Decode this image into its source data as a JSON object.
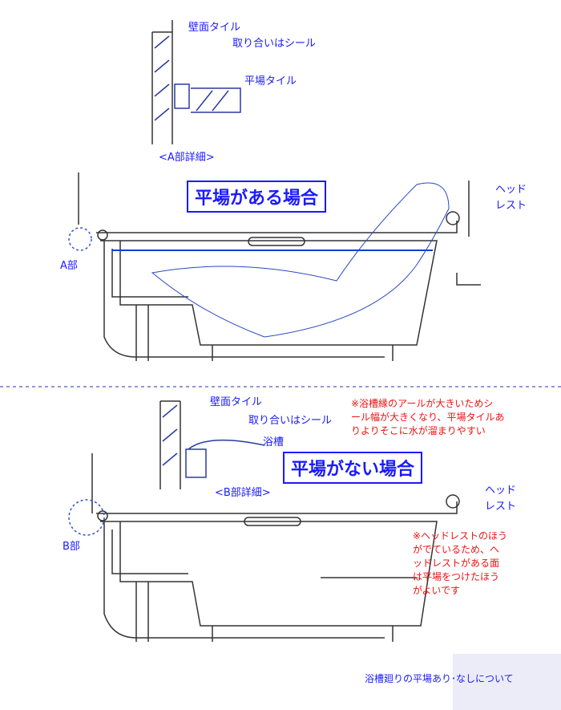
{
  "top": {
    "wall_tile": "壁面タイル",
    "seal": "取り合いはシール",
    "flat_tile": "平場タイル",
    "detail": "<A部詳細>",
    "title": "平場がある場合",
    "headrest": [
      "ヘッド",
      "レスト"
    ],
    "part": "A部"
  },
  "bottom": {
    "wall_tile": "壁面タイル",
    "seal": "取り合いはシール",
    "tub": "浴槽",
    "detail": "<B部詳細>",
    "title": "平場がない場合",
    "headrest": [
      "ヘッド",
      "レスト"
    ],
    "part": "B部",
    "note1": [
      "※浴槽縁のアールが大きいためシ",
      "ール幅が大きくなり、平場タイルあ",
      "りよりそこに水が溜まりやすい"
    ],
    "note2": [
      "※ヘッドレストのほう",
      "がでているため、ヘ",
      "ッドレストがある面",
      "は平場をつけたほう",
      "がよいです"
    ]
  },
  "caption": "浴槽廻りの平場あり･なしについて",
  "colors": {
    "blue": "#1a1aff",
    "red": "#ee1111",
    "line": "#333333"
  }
}
